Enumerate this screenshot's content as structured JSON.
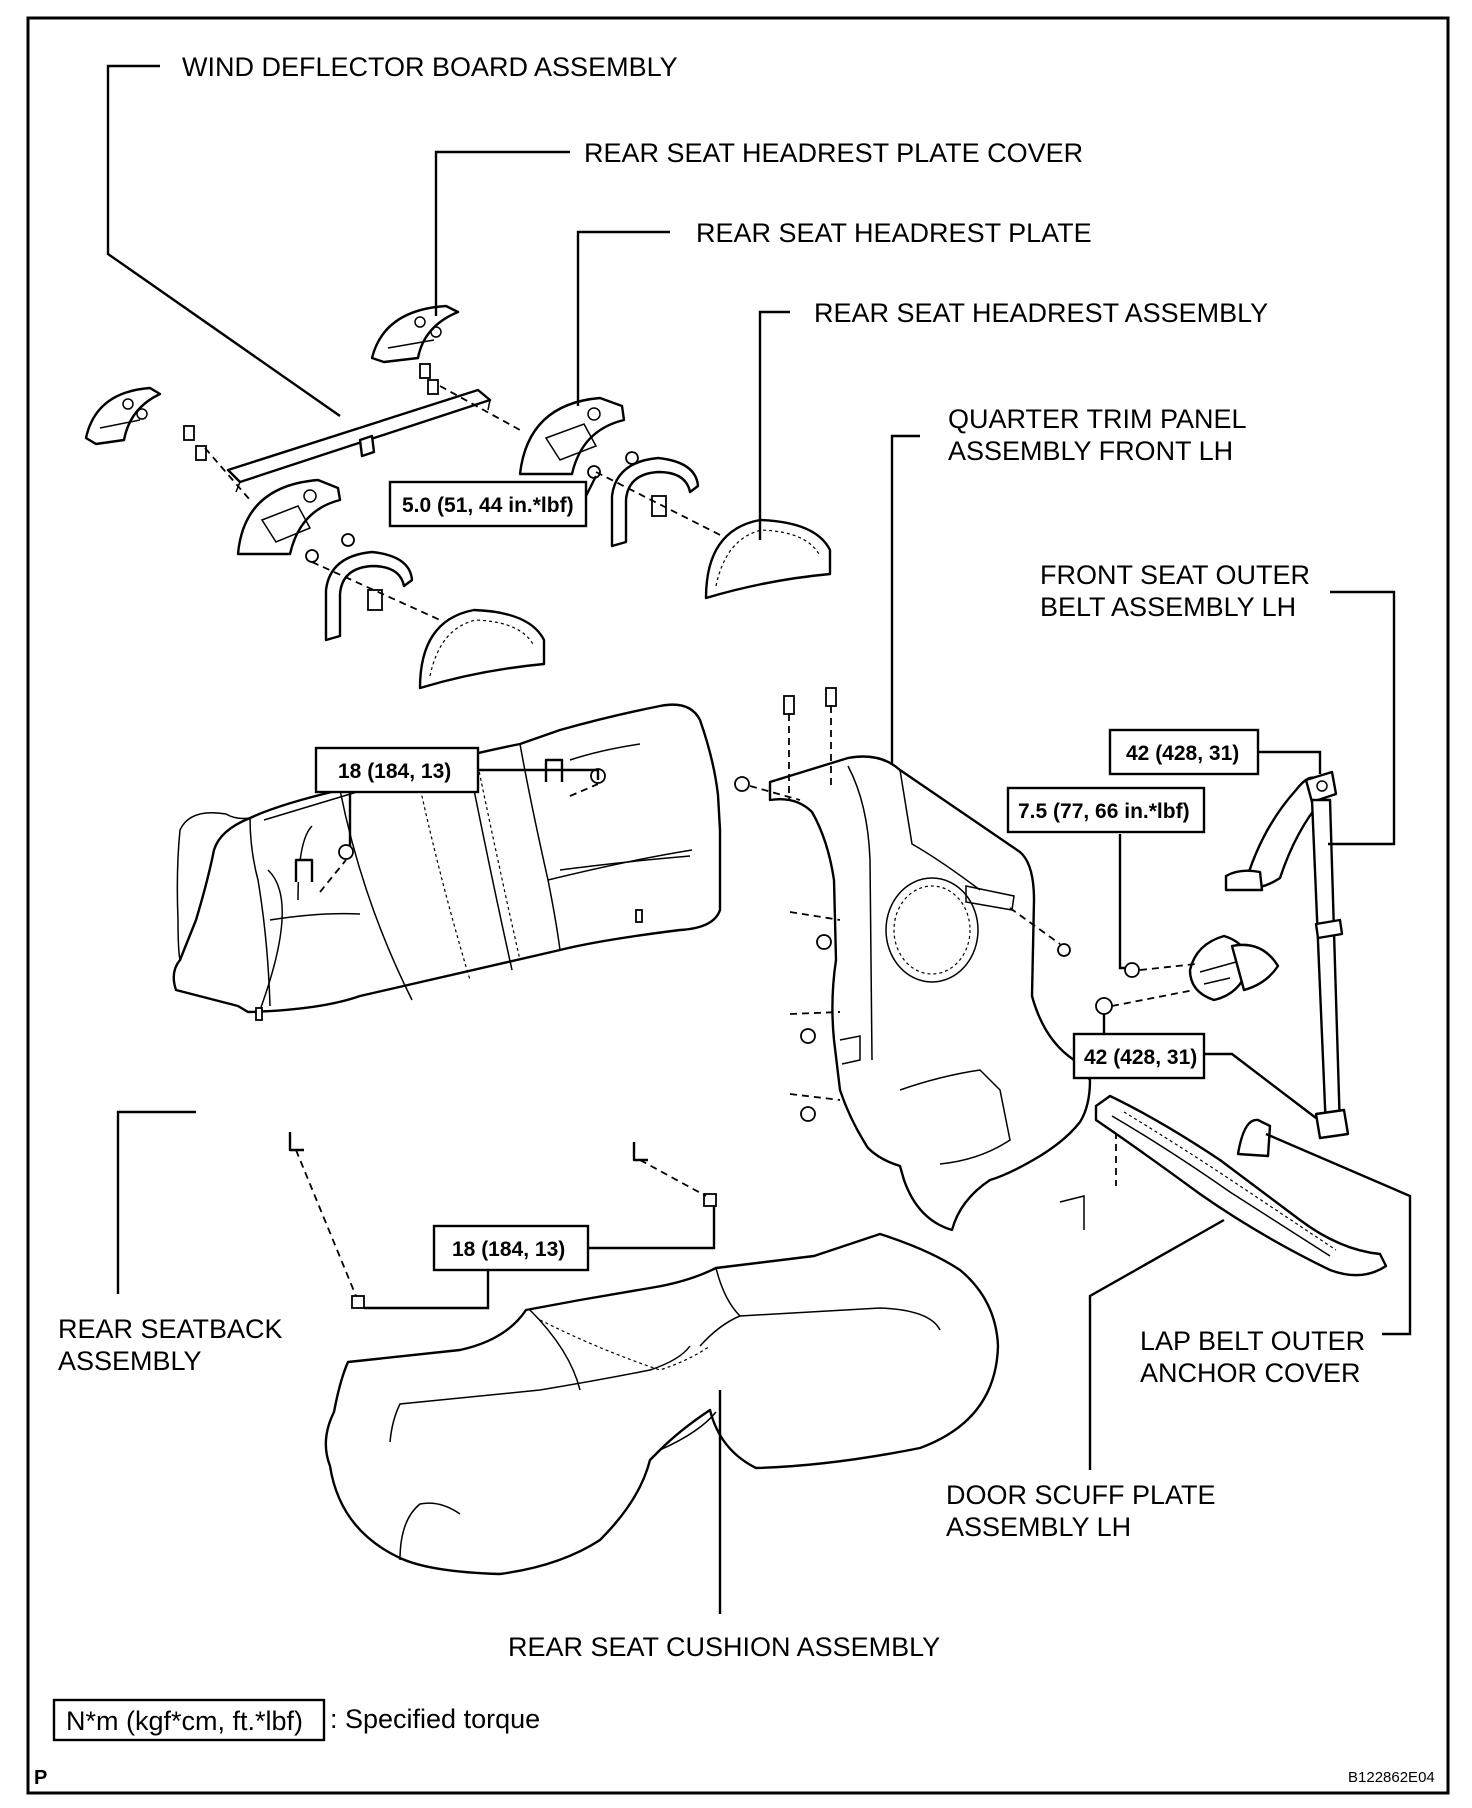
{
  "labels": {
    "wind_deflector": "WIND DEFLECTOR BOARD ASSEMBLY",
    "headrest_plate_cover": "REAR SEAT HEADREST PLATE COVER",
    "headrest_plate": "REAR SEAT HEADREST PLATE",
    "headrest_assembly": "REAR SEAT HEADREST ASSEMBLY",
    "quarter_trim_line1": "QUARTER TRIM PANEL",
    "quarter_trim_line2": "ASSEMBLY FRONT LH",
    "front_belt_line1": "FRONT SEAT OUTER",
    "front_belt_line2": "BELT ASSEMBLY LH",
    "seatback_line1": "REAR SEATBACK",
    "seatback_line2": "ASSEMBLY",
    "lap_belt_line1": "LAP BELT OUTER",
    "lap_belt_line2": "ANCHOR COVER",
    "scuff_line1": "DOOR SCUFF PLATE",
    "scuff_line2": "ASSEMBLY LH",
    "cushion": "REAR SEAT CUSHION ASSEMBLY"
  },
  "torques": {
    "headrest_plate": "5.0 (51, 44 in.*lbf)",
    "seatback_upper": "18 (184, 13)",
    "seatback_lower": "18 (184, 13)",
    "belt_upper": "42 (428, 31)",
    "belt_mid": "7.5 (77, 66 in.*lbf)",
    "belt_lower": "42 (428, 31)"
  },
  "legend": {
    "unit_box": "N*m (kgf*cm, ft.*lbf)",
    "text": ": Specified torque"
  },
  "footer": {
    "prefix": "P",
    "code": "B122862E04"
  }
}
